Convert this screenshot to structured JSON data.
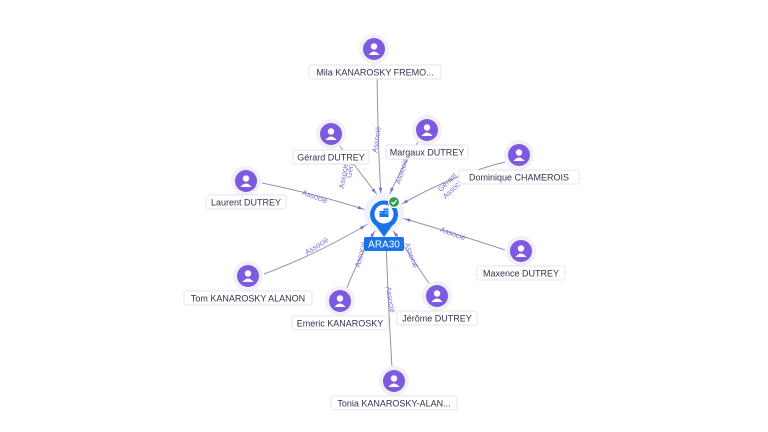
{
  "center": {
    "label": "ARA30",
    "icon": "building-pin-icon",
    "badge_icon": "check-badge-icon",
    "pin_color": "#1a73e8",
    "badge_color": "#2e9e4f"
  },
  "person_icon": "person-avatar-icon",
  "person_color": "#7d5ae0",
  "nodes": [
    {
      "id": "mila",
      "label": "Mila KANAROSKY FREMO...",
      "edges": [
        "Associé"
      ]
    },
    {
      "id": "gerard",
      "label": "Gérard DUTREY",
      "edges": [
        "Gérant",
        "Associé"
      ]
    },
    {
      "id": "margaux",
      "label": "Margaux DUTREY",
      "edges": [
        "Associé"
      ]
    },
    {
      "id": "dominique",
      "label": "Dominique CHAMEROIS",
      "edges": [
        "Gérant",
        "Associé"
      ]
    },
    {
      "id": "laurent",
      "label": "Laurent DUTREY",
      "edges": [
        "Associé"
      ]
    },
    {
      "id": "maxence",
      "label": "Maxence DUTREY",
      "edges": [
        "Associé"
      ]
    },
    {
      "id": "tom",
      "label": "Tom KANAROSKY ALANON",
      "edges": [
        "Associé"
      ]
    },
    {
      "id": "emeric",
      "label": "Emeric KANAROSKY",
      "edges": [
        "Associé"
      ]
    },
    {
      "id": "jerome",
      "label": "Jérôme DUTREY",
      "edges": [
        "Associé"
      ]
    },
    {
      "id": "tonia",
      "label": "Tonia KANAROSKY-ALAN...",
      "edges": [
        "Associé"
      ]
    }
  ]
}
